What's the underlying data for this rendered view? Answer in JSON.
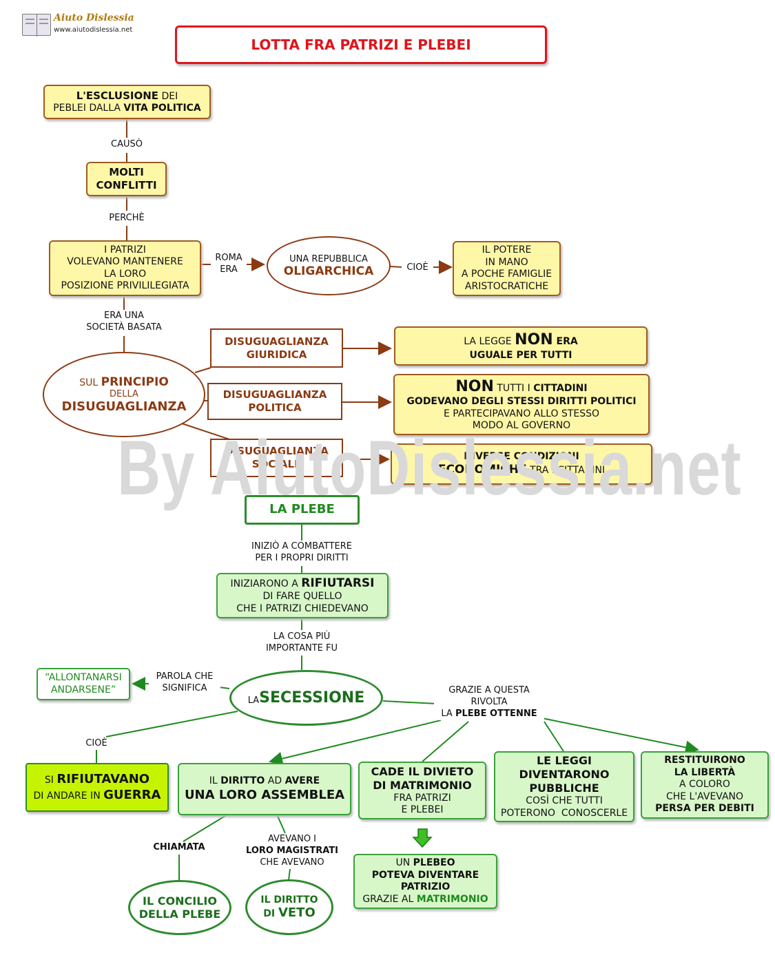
{
  "header": {
    "logo_name": "Aiuto Dislessia",
    "logo_url": "www.aiutodislessia.net"
  },
  "title": "LOTTA FRA PATRIZI E PLEBEI",
  "watermark": "By AiutoDislessia.net",
  "nodes": {
    "esclusione": {
      "a": "L'ESCLUSIONE",
      "b": " DEI",
      "c": "PEBLEI DALLA ",
      "d": "VITA POLITICA"
    },
    "conflitti": {
      "a": "MOLTI",
      "b": "CONFLITTI"
    },
    "patrizi": {
      "l1": "I PATRIZI",
      "l2": "VOLEVANO MANTENERE",
      "l3": "LA LORO",
      "l4": "POSIZIONE PRIVILILEGIATA"
    },
    "repubblica": {
      "l1": "UNA REPUBBLICA",
      "l2": "OLIGARCHICA"
    },
    "potere": {
      "l1": "IL POTERE",
      "l2": "IN MANO",
      "l3": "A POCHE FAMIGLIE",
      "l4": "ARISTOCRATICHE"
    },
    "principio": {
      "a": "SUL ",
      "b": "PRINCIPIO",
      "c": "DELLA",
      "d": "DISUGUAGLIANZA"
    },
    "giuridica": {
      "l1": "DISUGUAGLIANZA",
      "l2": "GIURIDICA"
    },
    "politica": {
      "l1": "DISUGUAGLIANZA",
      "l2": "POLITICA"
    },
    "sociale": {
      "l1": "DISUGUAGLIANZA",
      "l2": "SOCIALE"
    },
    "legge": {
      "a": "LA LEGGE ",
      "b": "NON",
      "c": " ERA",
      "d": "UGUALE PER TUTTI"
    },
    "cittadini": {
      "a": "NON",
      "b": " TUTTI I ",
      "c": "CITTADINI",
      "d": "GODEVANO DEGLI STESSI DIRITTI POLITICI",
      "e": "E PARTECIPAVANO ALLO STESSO",
      "f": "MODO AL GOVERNO"
    },
    "economiche": {
      "a": "DIVERSE CONDIZIONI",
      "b": "ECONOMICHE",
      "c": " TRA I CITTADINI"
    },
    "plebe": "LA PLEBE",
    "rifiutarsi": {
      "a": "INIZIARONO A ",
      "b": "RIFIUTARSI",
      "c": "DI FARE QUELLO",
      "d": "CHE I PATRIZI CHIEDEVANO"
    },
    "allontanarsi": {
      "l1": "“ALLONTANARSI",
      "l2": "ANDARSENE”"
    },
    "secessione": {
      "a": "LA ",
      "b": "SECESSIONE"
    },
    "guerra": {
      "a": "SI ",
      "b": "RIFIUTAVANO",
      "c": "DI ANDARE IN ",
      "d": "GUERRA"
    },
    "assemblea": {
      "a": "IL ",
      "b": "DIRITTO",
      "c": " AD ",
      "d": "AVERE",
      "e": "UNA LORO ASSEMBLEA"
    },
    "divieto": {
      "l1": "CADE IL DIVIETO",
      "l2": "DI MATRIMONIO",
      "l3": "FRA PATRIZI",
      "l4": "E PLEBEI"
    },
    "leggi": {
      "l1": "LE LEGGI",
      "l2": "DIVENTARONO",
      "l3": "PUBBLICHE",
      "l4": "COSÌ CHE TUTTI",
      "l5": "POTERONO  CONOSCERLE"
    },
    "liberta": {
      "l1": "RESTITUIRONO",
      "l2": "LA LIBERTÀ",
      "l3": "A COLORO",
      "l4": "CHE L'AVEVANO",
      "l5": "PERSA PER DEBITI"
    },
    "concilio": {
      "l1": "IL CONCILIO",
      "l2": "DELLA PLEBE"
    },
    "veto": {
      "l1": "IL DIRITTO",
      "a": "DI ",
      "b": "VETO"
    },
    "plebeo": {
      "a": "UN ",
      "b": "PLEBEO",
      "c": "POTEVA DIVENTARE",
      "d": "PATRIZIO",
      "e": "GRAZIE AL ",
      "f": "MATRIMONIO"
    }
  },
  "links": {
    "causo": "CAUSÒ",
    "perche": "PERCHÈ",
    "roma1": "ROMA",
    "roma2": "ERA",
    "cioe1": "CIOÈ",
    "societa1": "ERA UNA",
    "societa2": "SOCIETÀ BASATA",
    "inizio1": "INIZIÒ A COMBATTERE",
    "inizio2": "PER I PROPRI DIRITTI",
    "cosa1": "LA COSA PIÙ",
    "cosa2": "IMPORTANTE FU",
    "parola1": "PAROLA CHE",
    "parola2": "SIGNIFICA",
    "grazie1": "GRAZIE A QUESTA",
    "grazie2": "RIVOLTA",
    "grazie3a": "LA ",
    "grazie3b": "PLEBE OTTENNE",
    "cioe2": "CIOÈ",
    "chiamata": "CHIAMATA",
    "avevano1": "AVEVANO I",
    "avevano2": "LORO MAGISTRATI",
    "avevano3": "CHE AVEVANO"
  },
  "colors": {
    "title_red": "#e0141b",
    "brown": "#8b3a12",
    "green": "#1f8a1f",
    "yellow_box": "#fff7a8",
    "green_box": "#d8f7c9",
    "lime_box": "#c6f400"
  }
}
